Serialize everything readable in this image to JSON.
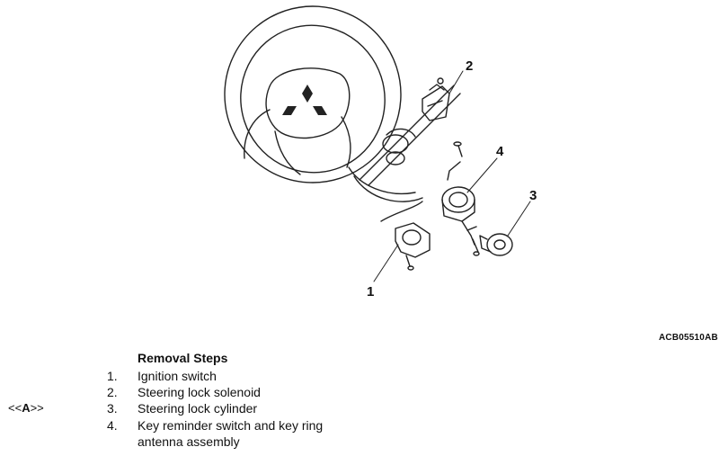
{
  "figure": {
    "code": "ACB05510AB",
    "callouts": [
      "1",
      "2",
      "3",
      "4"
    ]
  },
  "removal": {
    "title": "Removal Steps",
    "steps": [
      {
        "num": "1.",
        "text": "Ignition switch",
        "ref": ""
      },
      {
        "num": "2.",
        "text": "Steering lock solenoid",
        "ref": ""
      },
      {
        "num": "3.",
        "text": "Steering lock cylinder",
        "ref": "<<A>>"
      },
      {
        "num": "4.",
        "text": "Key reminder switch and key ring",
        "ref": ""
      }
    ],
    "step4_continued": "antenna assembly",
    "ref_marker": {
      "open": "<<",
      "letter": "A",
      "close": ">>"
    }
  }
}
